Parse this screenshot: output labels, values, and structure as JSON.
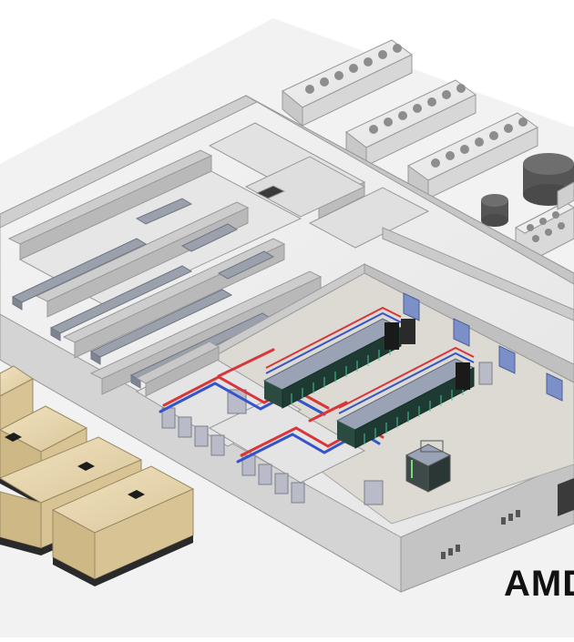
{
  "image": {
    "kind": "3D isometric render of a data center facility",
    "brand_logo_text": "AMD"
  },
  "components": {
    "dry_cooler_units": 3,
    "storage_tanks": 2,
    "chiller_units": 1,
    "backup_generators": 4,
    "server_rows": 2,
    "cooling_units_per_room": 2,
    "hallway_wall_panels": 6
  },
  "colors": {
    "background": "#ffffff",
    "ground": "#efefef",
    "wall_top": "#d6d6d6",
    "wall_face": "#b7b7b7",
    "floor": "#e9e9e9",
    "server_room_floor": "#dcdad2",
    "generator": "#e9d9b2",
    "generator_base": "#2a2a2a",
    "server_rack": "#1f3a33",
    "pipe_red": "#d8363a",
    "pipe_blue": "#3554c9",
    "door_panel": "#7b8fc9",
    "hvac_unit": "#9aa1ad",
    "tank": "#5a5a5a",
    "logo": "#111111"
  }
}
